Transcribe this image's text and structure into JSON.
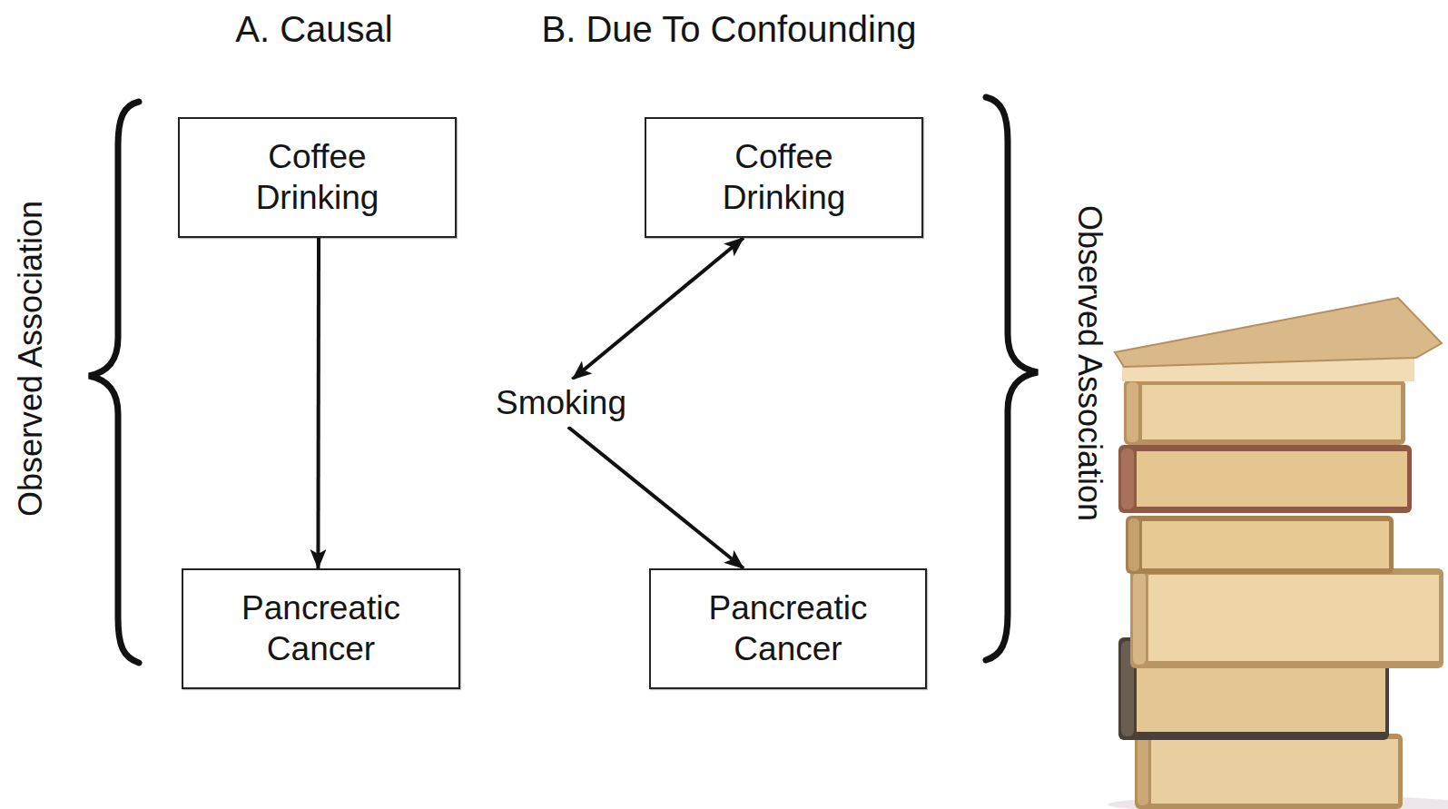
{
  "diagram": {
    "nodes": [
      {
        "text": [
          "Coffee Drinking"
        ]
      },
      {
        "text": [
          "Pancreatic Cancer"
        ]
      },
      {
        "text": [
          "Coffee Drinking"
        ]
      },
      {
        "text": [
          "Smoking"
        ]
      },
      {
        "text": [
          "Pancreatic Cancer"
        ]
      }
    ],
    "edges": [
      {
        "from": 0,
        "to": 1,
        "arrow": "to"
      },
      {
        "from": 3,
        "to": 2,
        "arrow": "both"
      },
      {
        "from": 3,
        "to": 4,
        "arrow": "to"
      }
    ],
    "labels": [
      "A. Causal",
      "B. Due To Confounding",
      "Observed Association",
      "Observed Association"
    ]
  }
}
